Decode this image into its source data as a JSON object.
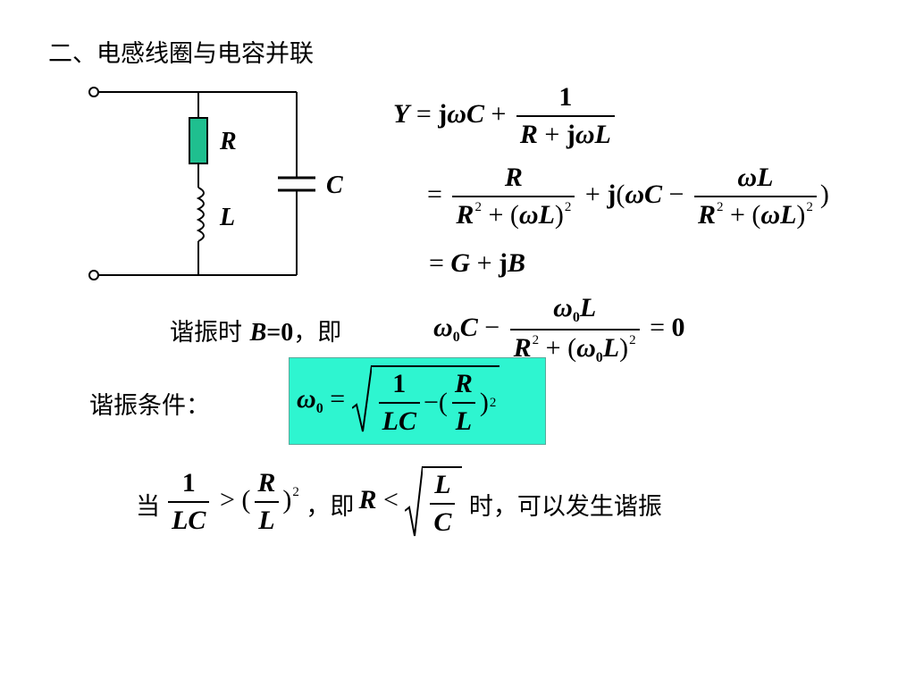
{
  "heading": "二、电感线圈与电容并联",
  "circuit": {
    "label_r": "R",
    "label_l": "L",
    "label_c": "C",
    "resistor_color": "#1fbf8f"
  },
  "formulas": {
    "y_lhs": "Y",
    "eq": "=",
    "plus": "+",
    "minus": "−",
    "j": "j",
    "omega": "ω",
    "c": "C",
    "one": "1",
    "r": "R",
    "l": "L",
    "two": "2",
    "lparen": "(",
    "rparen": ")",
    "g": "G",
    "b": "B",
    "zero": "0",
    "sub0": "0",
    "gt": ">",
    "lt": "<"
  },
  "text": {
    "resonance_prefix": "谐振时",
    "resonance_b0": "B",
    "resonance_eq0": "=0",
    "resonance_suffix": "，即",
    "condition_label": "谐振条件：",
    "when": "当",
    "ie": "，即",
    "tail": "时，可以发生谐振"
  },
  "colors": {
    "highlight_box": "#2ef5d0"
  }
}
